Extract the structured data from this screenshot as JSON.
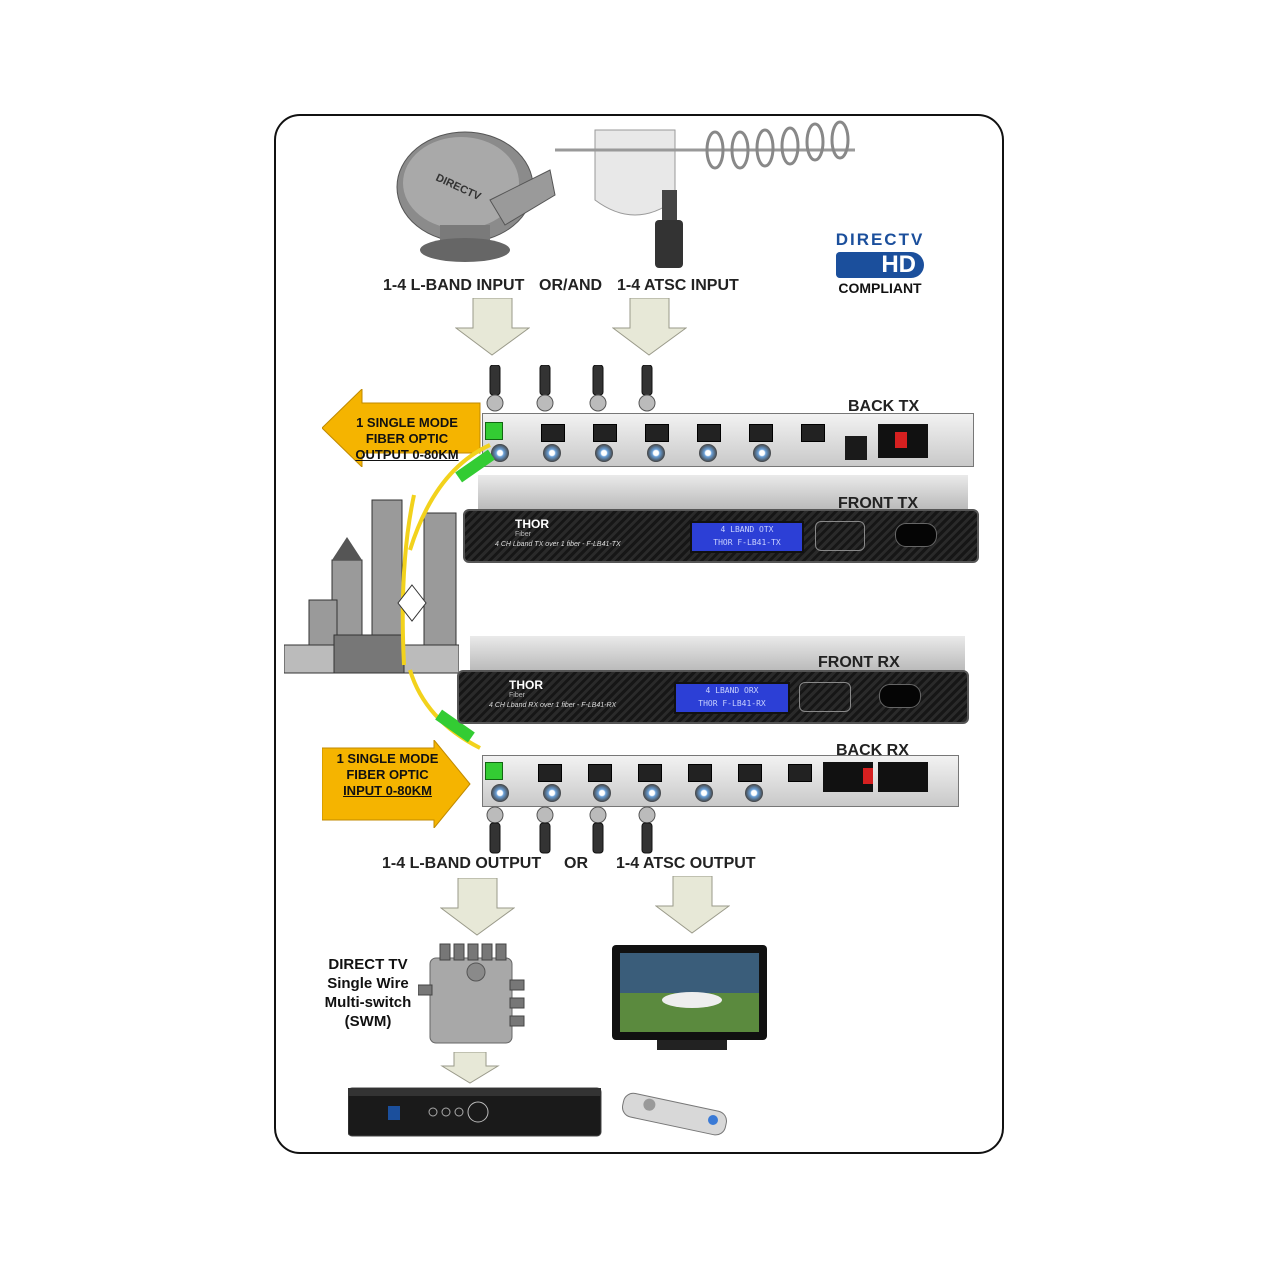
{
  "labels": {
    "lband_input": "1-4 L-BAND INPUT",
    "or_and": "OR/AND",
    "atsc_input": "1-4 ATSC INPUT",
    "back_tx": "BACK TX",
    "front_tx": "FRONT TX",
    "front_rx": "FRONT RX",
    "back_rx": "BACK RX",
    "lband_output": "1-4 L-BAND OUTPUT",
    "or": "OR",
    "atsc_output": "1-4 ATSC OUTPUT"
  },
  "callouts": {
    "tx": [
      "1 SINGLE MODE",
      "FIBER OPTIC",
      "OUTPUT 0-80KM"
    ],
    "rx": [
      "1 SINGLE MODE",
      "FIBER OPTIC",
      "INPUT 0-80KM"
    ]
  },
  "logo": {
    "brand_top": "DIRECTV",
    "brand_hd": "HD",
    "compliant": "COMPLIANT"
  },
  "devices": {
    "front_tx_model": "4 CH Lband TX over 1 fiber - F-LB41-TX",
    "front_tx_lcd": [
      "4 LBAND OTX",
      "THOR F-LB41-TX"
    ],
    "front_rx_model": "4 CH Lband RX over 1 fiber - F-LB41-RX",
    "front_rx_lcd": [
      "4 LBAND ORX",
      "THOR F-LB41-RX"
    ],
    "thor_brand": "THOR",
    "thor_sub": "Fiber"
  },
  "swm": [
    "DIRECT TV",
    "Single Wire",
    "Multi-switch",
    "(SWM)"
  ],
  "colors": {
    "callout_fill": "#f5b400",
    "arrow_fill": "#e7e8d7",
    "arrow_stroke": "#9a9a8a",
    "lcd_blue": "#2c3fd6",
    "fiber_yellow": "#f2d21c",
    "connector_green": "#33cc33",
    "directv_blue": "#1b4f9c"
  }
}
